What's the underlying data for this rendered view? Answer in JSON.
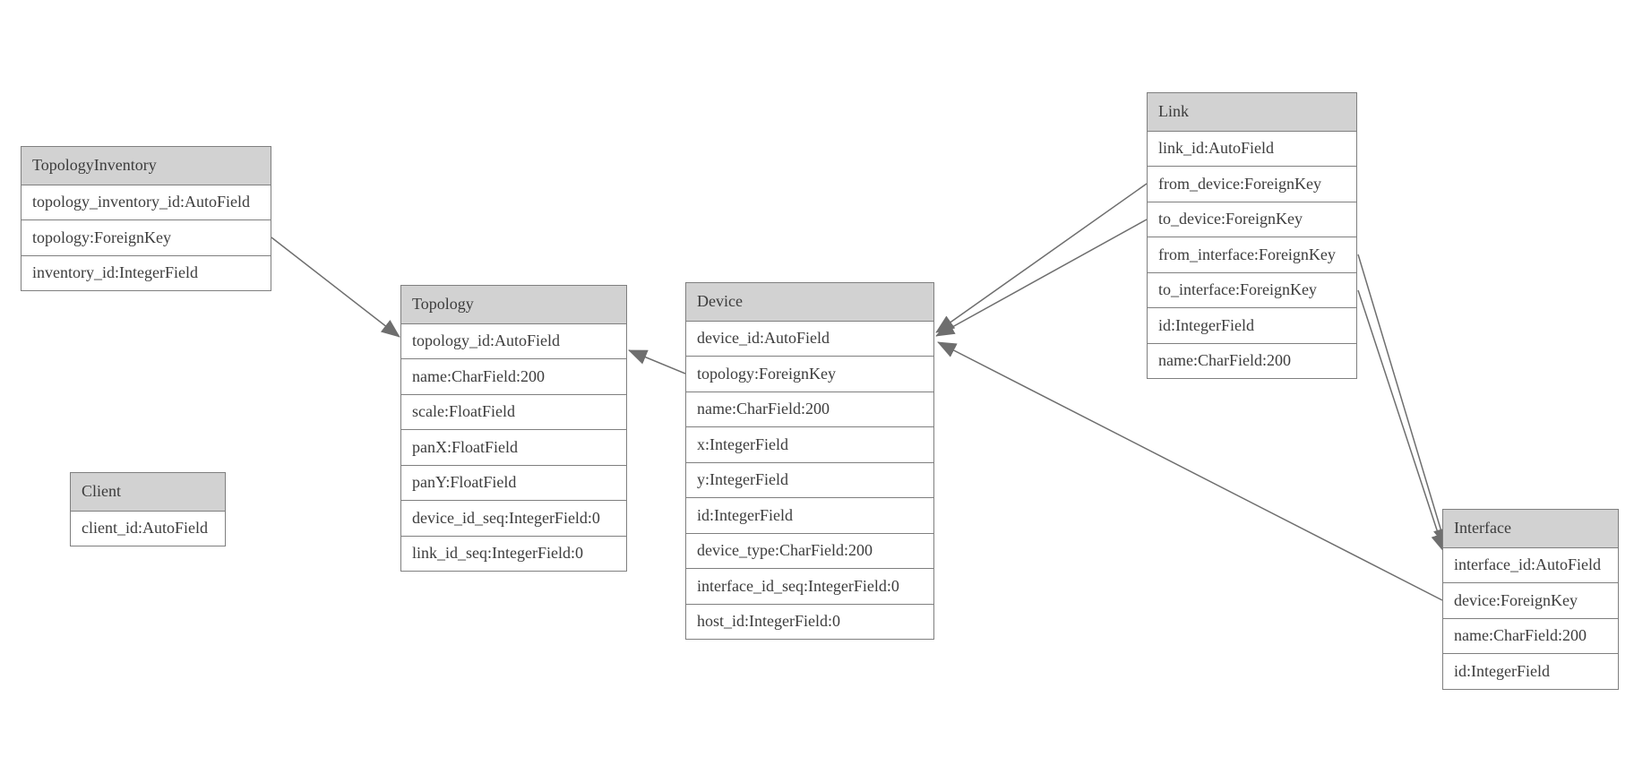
{
  "diagram": {
    "type": "entity-relationship-model",
    "colors": {
      "header_bg": "#d2d2d2",
      "border": "#7f7f7f",
      "text": "#3c3c3c",
      "line": "#6e6e6e",
      "canvas_bg": "#ffffff"
    },
    "entities": [
      {
        "name": "TopologyInventory",
        "fields": [
          "topology_inventory_id:AutoField",
          "topology:ForeignKey",
          "inventory_id:IntegerField"
        ]
      },
      {
        "name": "Topology",
        "fields": [
          "topology_id:AutoField",
          "name:CharField:200",
          "scale:FloatField",
          "panX:FloatField",
          "panY:FloatField",
          "device_id_seq:IntegerField:0",
          "link_id_seq:IntegerField:0"
        ]
      },
      {
        "name": "Client",
        "fields": [
          "client_id:AutoField"
        ]
      },
      {
        "name": "Device",
        "fields": [
          "device_id:AutoField",
          "topology:ForeignKey",
          "name:CharField:200",
          "x:IntegerField",
          "y:IntegerField",
          "id:IntegerField",
          "device_type:CharField:200",
          "interface_id_seq:IntegerField:0",
          "host_id:IntegerField:0"
        ]
      },
      {
        "name": "Link",
        "fields": [
          "link_id:AutoField",
          "from_device:ForeignKey",
          "to_device:ForeignKey",
          "from_interface:ForeignKey",
          "to_interface:ForeignKey",
          "id:IntegerField",
          "name:CharField:200"
        ]
      },
      {
        "name": "Interface",
        "fields": [
          "interface_id:AutoField",
          "device:ForeignKey",
          "name:CharField:200",
          "id:IntegerField"
        ]
      }
    ],
    "relationships": [
      {
        "from": "TopologyInventory.topology",
        "to": "Topology.topology_id"
      },
      {
        "from": "Device.topology",
        "to": "Topology.topology_id"
      },
      {
        "from": "Link.from_device",
        "to": "Device.device_id"
      },
      {
        "from": "Link.to_device",
        "to": "Device.device_id"
      },
      {
        "from": "Link.from_interface",
        "to": "Interface.interface_id"
      },
      {
        "from": "Link.to_interface",
        "to": "Interface.interface_id"
      },
      {
        "from": "Interface.device",
        "to": "Device.device_id"
      }
    ]
  }
}
